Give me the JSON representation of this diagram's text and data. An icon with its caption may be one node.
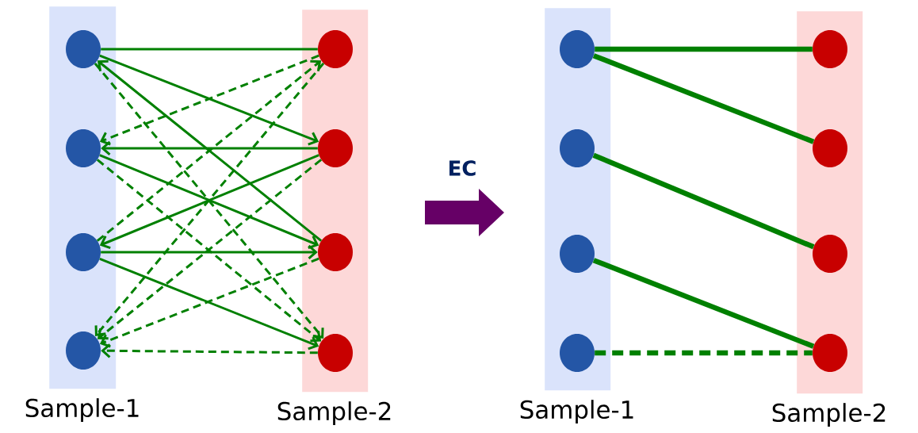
{
  "diagram": {
    "nodes": [
      {
        "text": [
          "Sample-1"
        ]
      },
      {
        "text": [],
        "shape": "circle",
        "in": 0
      },
      {
        "text": [],
        "shape": "circle",
        "in": 0
      },
      {
        "text": [],
        "shape": "circle",
        "in": 0
      },
      {
        "text": [],
        "shape": "circle",
        "in": 0
      },
      {
        "text": [
          "Sample-2"
        ]
      },
      {
        "text": [],
        "shape": "circle",
        "in": 5
      },
      {
        "text": [],
        "shape": "circle",
        "in": 5
      },
      {
        "text": [],
        "shape": "circle",
        "in": 5
      },
      {
        "text": [],
        "shape": "circle",
        "in": 5
      },
      {
        "text": [
          "Sample-1"
        ]
      },
      {
        "text": [],
        "shape": "circle",
        "in": 10
      },
      {
        "text": [],
        "shape": "circle",
        "in": 10
      },
      {
        "text": [],
        "shape": "circle",
        "in": 10
      },
      {
        "text": [],
        "shape": "circle",
        "in": 10
      },
      {
        "text": [
          "Sample-2"
        ]
      },
      {
        "text": [],
        "shape": "circle",
        "in": 15
      },
      {
        "text": [],
        "shape": "circle",
        "in": 15
      },
      {
        "text": [],
        "shape": "circle",
        "in": 15
      },
      {
        "text": [],
        "shape": "circle",
        "in": 15
      }
    ],
    "edges": [
      {
        "from": 1,
        "to": 6,
        "arrow": "none"
      },
      {
        "from": 1,
        "to": 7,
        "arrow": "to"
      },
      {
        "from": 8,
        "to": 1,
        "arrow": "to"
      },
      {
        "from": 1,
        "to": 9,
        "arrow": "to",
        "style": "dashed"
      },
      {
        "from": 6,
        "to": 2,
        "arrow": "to",
        "style": "dashed"
      },
      {
        "from": 7,
        "to": 2,
        "arrow": "to"
      },
      {
        "from": 2,
        "to": 8,
        "arrow": "to"
      },
      {
        "from": 2,
        "to": 9,
        "arrow": "to",
        "style": "dashed"
      },
      {
        "from": 3,
        "to": 6,
        "arrow": "to",
        "style": "dashed"
      },
      {
        "from": 7,
        "to": 3,
        "arrow": "to"
      },
      {
        "from": 3,
        "to": 8,
        "arrow": "to"
      },
      {
        "from": 3,
        "to": 9,
        "arrow": "to"
      },
      {
        "from": 6,
        "to": 4,
        "arrow": "to",
        "style": "dashed"
      },
      {
        "from": 7,
        "to": 4,
        "arrow": "to",
        "style": "dashed"
      },
      {
        "from": 8,
        "to": 4,
        "arrow": "to",
        "style": "dashed"
      },
      {
        "from": 9,
        "to": 4,
        "arrow": "to",
        "style": "dashed"
      },
      {
        "from": 11,
        "to": 16,
        "arrow": "none",
        "style": "thick"
      },
      {
        "from": 11,
        "to": 17,
        "arrow": "none",
        "style": "thick"
      },
      {
        "from": 12,
        "to": 18,
        "arrow": "none",
        "style": "thick"
      },
      {
        "from": 13,
        "to": 19,
        "arrow": "none",
        "style": "thick"
      },
      {
        "from": 14,
        "to": 19,
        "arrow": "none",
        "style": "dashed"
      }
    ],
    "labels": [
      "EC"
    ]
  }
}
